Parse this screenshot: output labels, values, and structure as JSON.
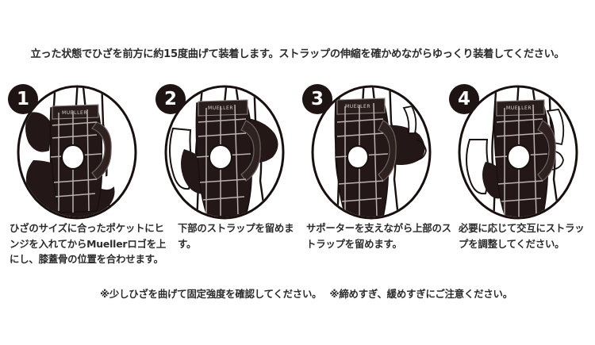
{
  "page": {
    "background_color": "#ffffff",
    "text_color": "#2b2b2b",
    "badge_color": "#1d1413",
    "badge_text_color": "#ffffff"
  },
  "header": {
    "instruction": "立った状態でひざを前方に約15度曲げて装着します。ストラップの伸縮を確かめながらゆっくり装着してください。"
  },
  "steps": [
    {
      "number": "1",
      "illustration_name": "knee-brace-positioning-illustration",
      "brand_label": "MUELLER",
      "caption": "ひざのサイズに合ったポケットにヒンジを入れてからMuellerロゴを上にし、膝蓋骨の位置を合わせます。"
    },
    {
      "number": "2",
      "illustration_name": "knee-brace-lower-strap-illustration",
      "brand_label": "MUELLER",
      "caption": "下部のストラップを留めます。"
    },
    {
      "number": "3",
      "illustration_name": "knee-brace-upper-strap-illustration",
      "brand_label": "MUELLER",
      "caption": "サポーターを支えながら上部のストラップを留めます。"
    },
    {
      "number": "4",
      "illustration_name": "knee-brace-adjust-straps-illustration",
      "brand_label": "MUELLER",
      "caption": "必要に応じて交互にストラップを調整してください。"
    }
  ],
  "footer": {
    "notes": [
      "※少しひざを曲げて固定強度を確認してください。",
      "※締めすぎ、緩めすぎにご注意ください。"
    ]
  }
}
